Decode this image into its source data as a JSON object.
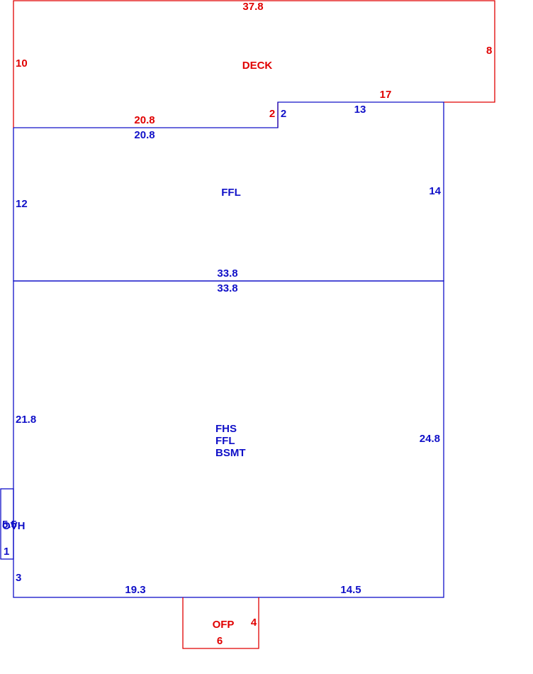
{
  "colors": {
    "deck": "#e00000",
    "house": "#1010c8"
  },
  "deck": {
    "name": "DECK",
    "top": "37.8",
    "left": "10",
    "right": "8",
    "bottom_right": "17",
    "step": "2",
    "bottom_left": "20.8"
  },
  "upper": {
    "name": "FFL",
    "top_left": "20.8",
    "step": "2",
    "top_right": "13",
    "left": "12",
    "right": "14",
    "bottom": "33.8"
  },
  "main": {
    "name_lines": [
      "FHS",
      "FFL",
      "BSMT"
    ],
    "top": "33.8",
    "left": "21.8",
    "right": "24.8",
    "bottom_left": "19.3",
    "bottom_right": "14.5",
    "left_lower": "3"
  },
  "ovh": {
    "name": "OVH",
    "side": "5.5",
    "width": "1"
  },
  "ofp": {
    "name": "OFP",
    "side": "4",
    "bottom": "6"
  }
}
